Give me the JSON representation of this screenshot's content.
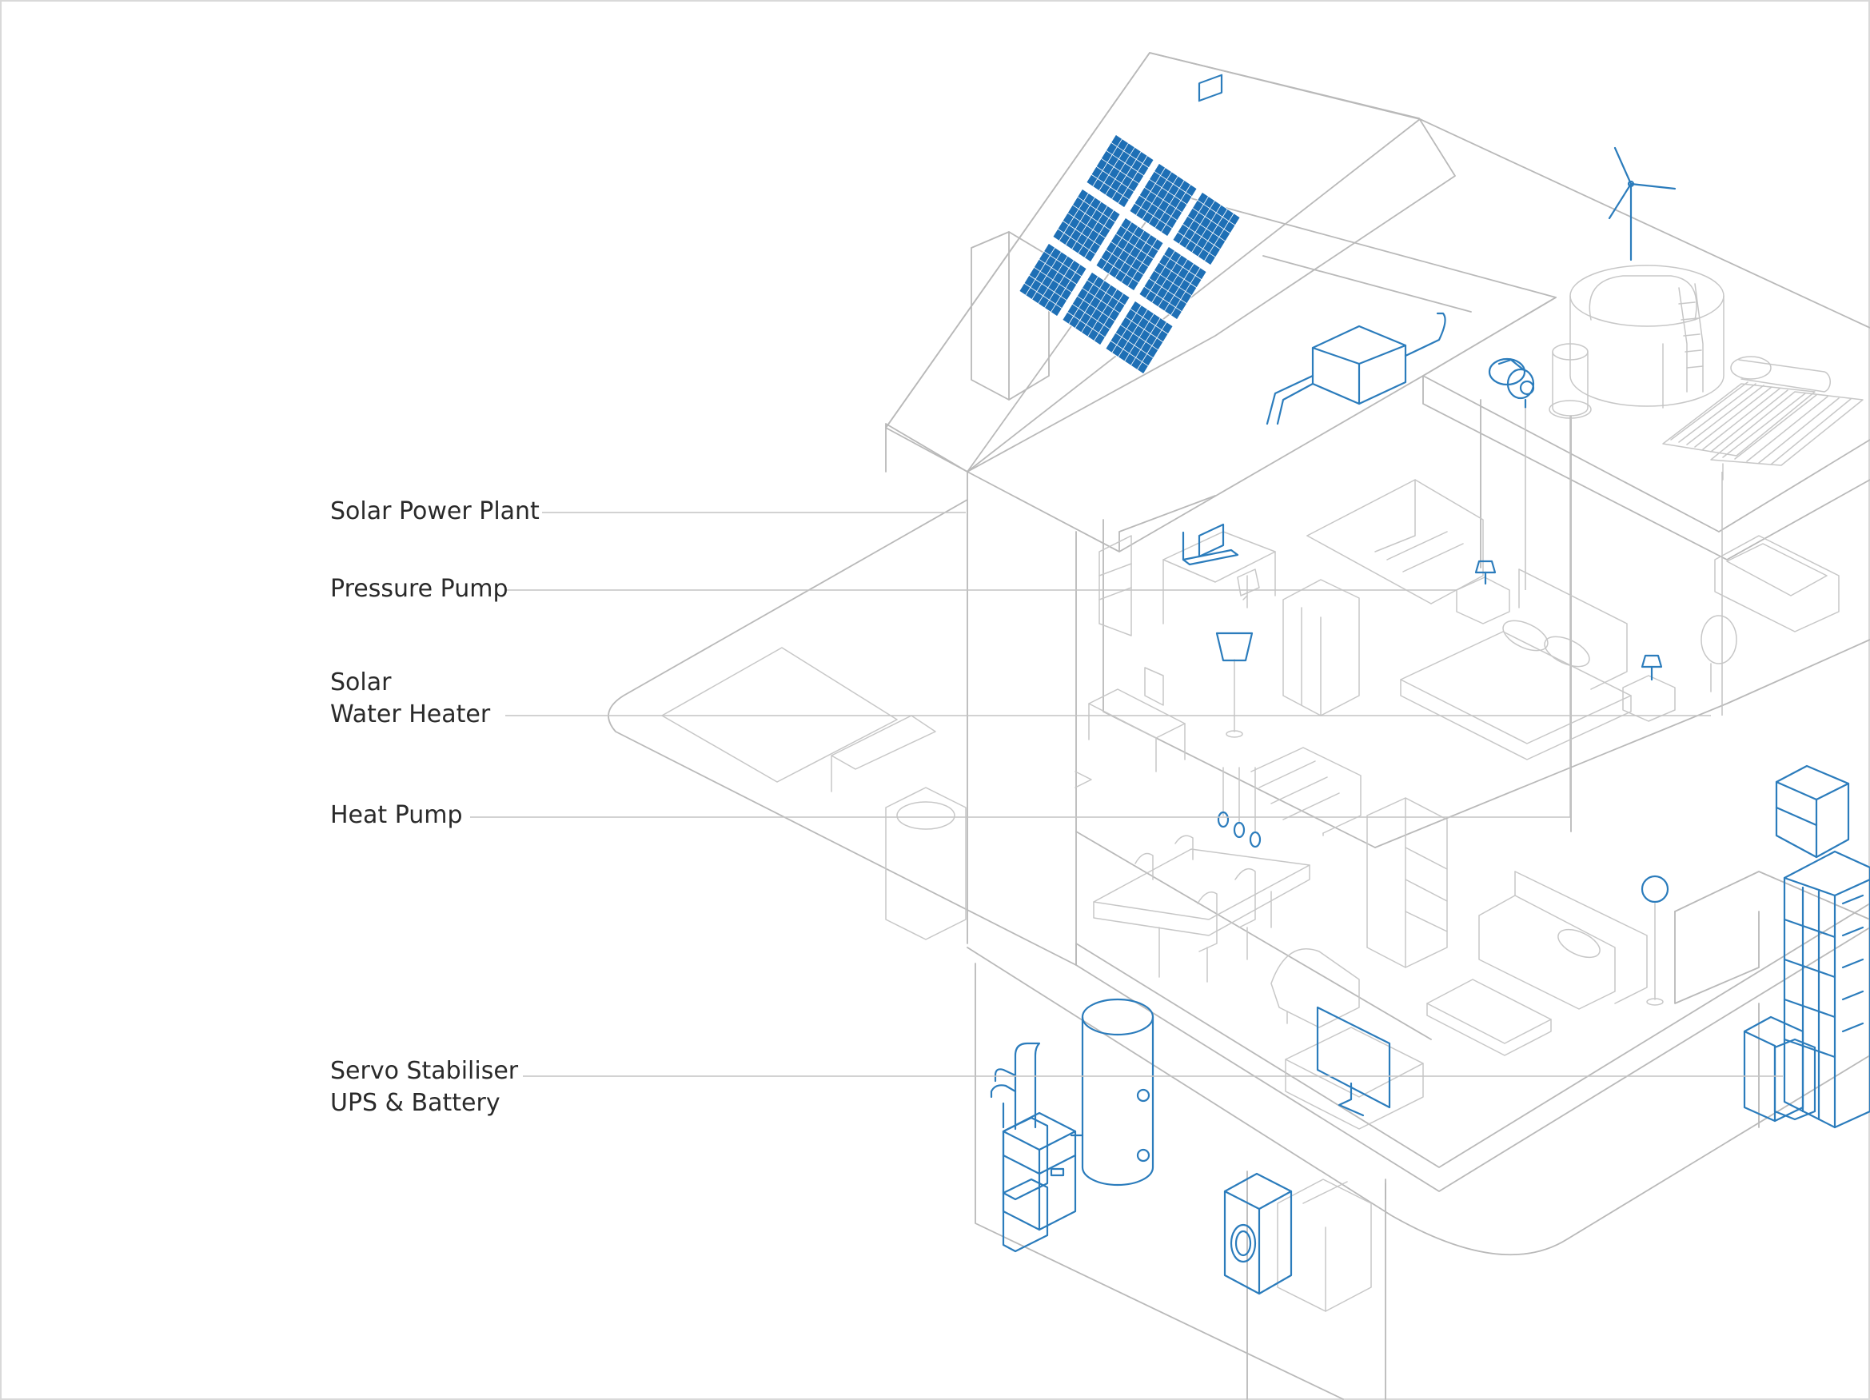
{
  "labels": {
    "solar_power_plant": "Solar Power Plant",
    "pressure_pump": "Pressure Pump",
    "solar_water_heater": [
      "Solar",
      "Water Heater"
    ],
    "heat_pump": "Heat Pump",
    "servo_stabiliser": [
      "Servo Stabiliser",
      "UPS & Battery"
    ]
  },
  "colors": {
    "outline_gray": "#b9b9b9",
    "highlight_blue": "#2b7cbc",
    "panel_blue": "#1e6fb5",
    "text": "#2a2a2a"
  }
}
